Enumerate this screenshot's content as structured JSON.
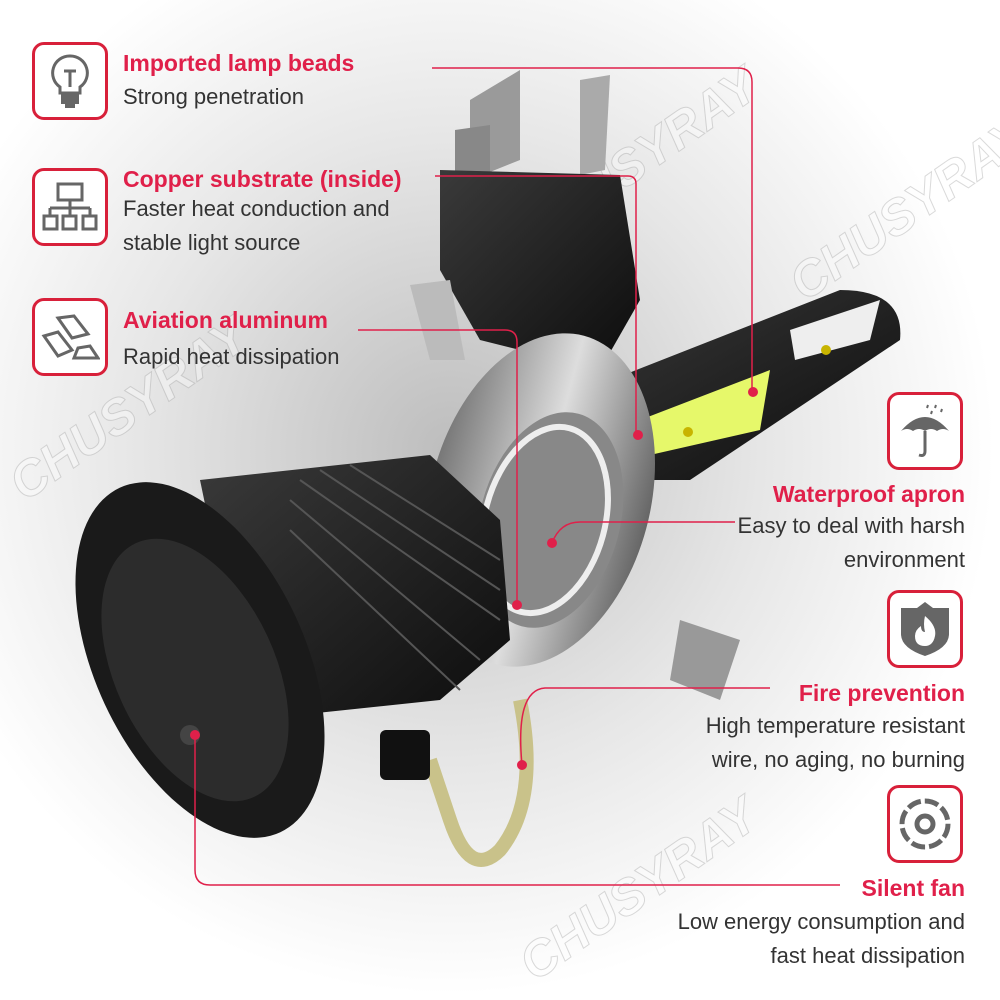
{
  "watermark": "CHUSYRAY",
  "colors": {
    "accent": "#e0204a",
    "icon": "#666666",
    "text": "#333333"
  },
  "features_left": [
    {
      "icon": "light-bulb-icon",
      "title": "Imported lamp beads",
      "desc": [
        "Strong penetration"
      ]
    },
    {
      "icon": "hierarchy-icon",
      "title": "Copper substrate (inside)",
      "desc": [
        "Faster heat conduction and",
        "stable light source"
      ]
    },
    {
      "icon": "metal-ingots-icon",
      "title": "Aviation aluminum",
      "desc": [
        "Rapid heat dissipation"
      ]
    }
  ],
  "features_right": [
    {
      "icon": "umbrella-rain-icon",
      "title": "Waterproof apron",
      "desc": [
        "Easy to deal with harsh",
        "environment"
      ]
    },
    {
      "icon": "fire-shield-icon",
      "title": "Fire prevention",
      "desc": [
        "High temperature resistant",
        "wire, no aging, no burning"
      ]
    },
    {
      "icon": "fan-icon",
      "title": "Silent fan",
      "desc": [
        "Low energy consumption and",
        "fast heat dissipation"
      ]
    }
  ]
}
